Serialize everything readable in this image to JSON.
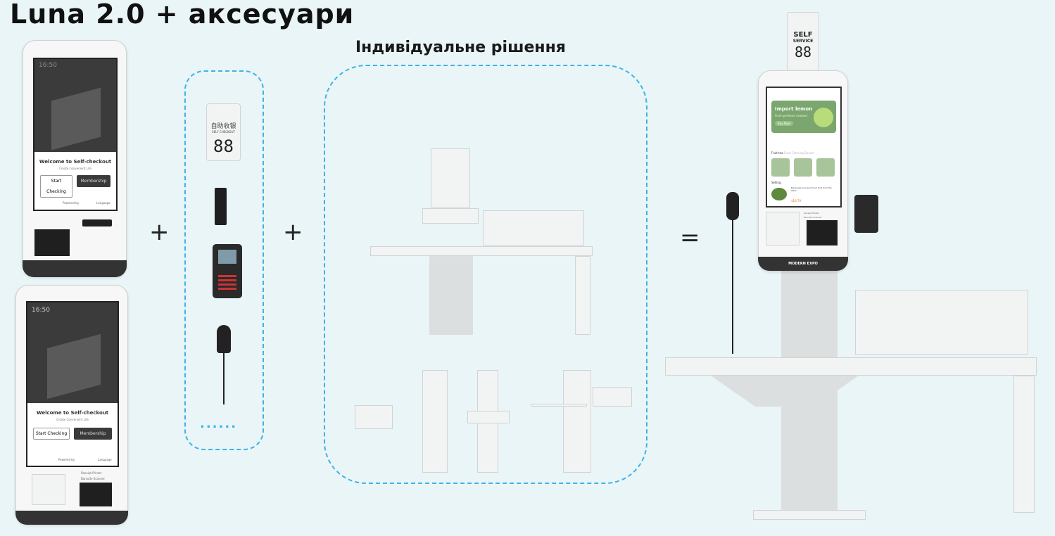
{
  "title": "Luna 2.0 + аксесуари",
  "subtitle": "Індивідуальне рішення",
  "operators": {
    "plus1": "+",
    "plus2": "+",
    "equals": "="
  },
  "kiosk_screen": {
    "time": "16:50",
    "welcome": "Welcome to Self-checkout",
    "tagline": "Create Convenient Life",
    "start_button": "Start Checking",
    "membership_button": "Membership",
    "powered_by": "Powered by",
    "language": "Language"
  },
  "kiosk2_labels": {
    "receipt": "Receipt Printer",
    "barcode": "Barcode Scanner"
  },
  "accessories": {
    "display_cn": "自助收银",
    "display_en": "SELF CHECKOUT",
    "display_digits": "88",
    "more": "......"
  },
  "final_kiosk": {
    "sign_line1": "SELF",
    "sign_line2": "SERVICE",
    "sign_digits": "88",
    "banner_title": "Import lemon",
    "banner_sub": "Fresh perfume seafood",
    "banner_button": "Buy Now",
    "tabs": [
      "Fruit tea",
      "Food",
      "Catering",
      "Basket"
    ],
    "section": "Selling",
    "product_desc": "Big single avocado fresh fruit from the West",
    "price": "$18.79",
    "receipt": "Receipt Printer",
    "barcode": "Barcode Scanner",
    "brand": "MODERN EXPO"
  }
}
